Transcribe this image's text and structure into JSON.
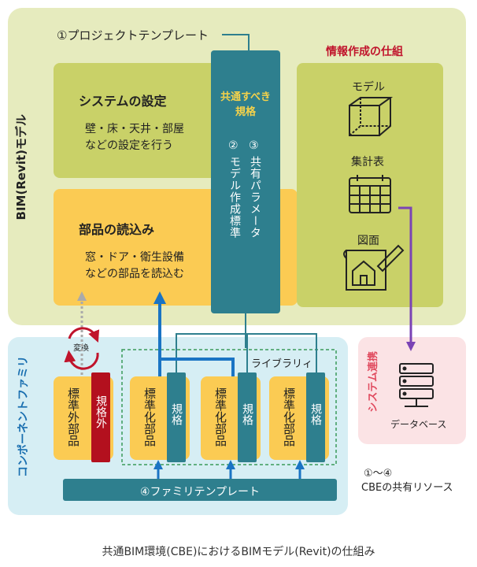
{
  "project_template": "①プロジェクトテンプレート",
  "info_creation": "情報作成の仕組",
  "bim_model_label": "BIM(Revit)モデル",
  "system_settings": {
    "title": "システムの設定",
    "line1": "壁・床・天井・部屋",
    "line2": "などの設定を行う"
  },
  "parts_loading": {
    "title": "部品の読込み",
    "line1": "窓・ドア・衛生設備",
    "line2": "などの部品を読込む"
  },
  "shared_standard": {
    "title_line1": "共通すべき",
    "title_line2": "規格",
    "col2_num": "②",
    "col2_text": "モデル作成標準",
    "col3_num": "③",
    "col3_text": "共有パラメータ"
  },
  "outputs": {
    "model": "モデル",
    "schedule": "集計表",
    "drawing": "図面"
  },
  "convert": "変換",
  "component_family": "コンポーネントファミリ",
  "library": "ライブラリィ",
  "standard_external": "標準外部品",
  "non_standard": "規格外",
  "standardized_parts": "標準化部品",
  "standard": "規格",
  "family_template": "④ファミリテンプレート",
  "system_link": "システム連携",
  "database": "データベース",
  "shared_resources_range": "①～④",
  "shared_resources": "CBEの共有リソース",
  "caption": "共通BIM環境(CBE)におけるBIMモデル(Revit)の仕組み",
  "colors": {
    "bim_area": "#e6ebbe",
    "component_area": "#d6eef4",
    "system_area": "#fbe3e5",
    "green": "#c9d168",
    "orange": "#fbcb53",
    "teal": "#2e7f8e",
    "red_text": "#c0142c",
    "blue_arrow": "#1a74c4",
    "purple_arrow": "#7a43b5"
  }
}
